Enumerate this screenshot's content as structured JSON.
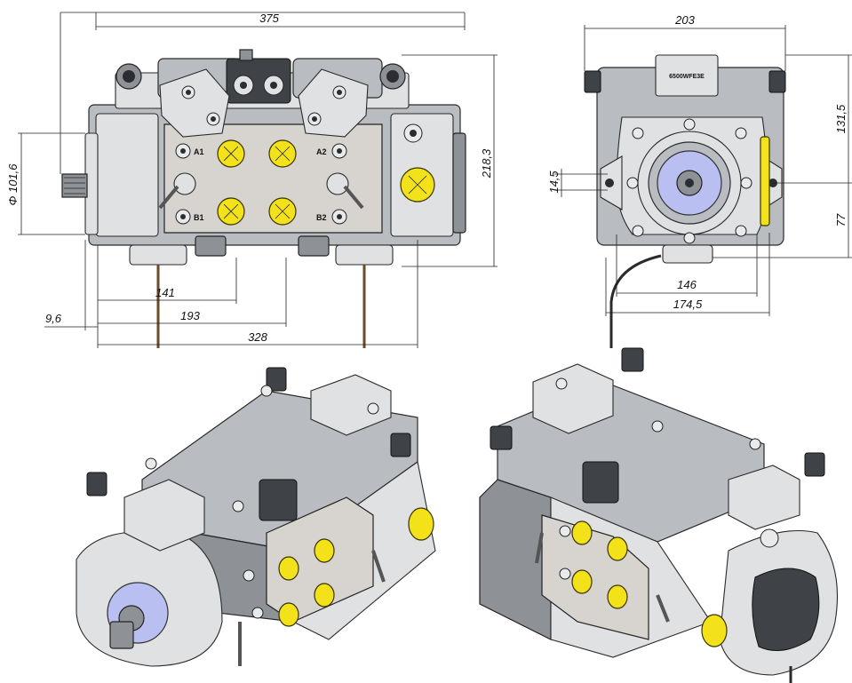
{
  "dimensions": {
    "front": {
      "d375": "375",
      "d218_3": "218,3",
      "d101_6": "Φ 101,6",
      "d141": "141",
      "d193": "193",
      "d328": "328",
      "d9_6": "9,6"
    },
    "side": {
      "d203": "203",
      "d131_5": "131,5",
      "d14_5": "14,5",
      "d77": "77",
      "d146": "146",
      "d174_5": "174,5"
    }
  },
  "port_labels": {
    "a1": "A1",
    "a2": "A2",
    "b1": "B1",
    "b2": "B2"
  },
  "plate_text": "6500WFE3E"
}
